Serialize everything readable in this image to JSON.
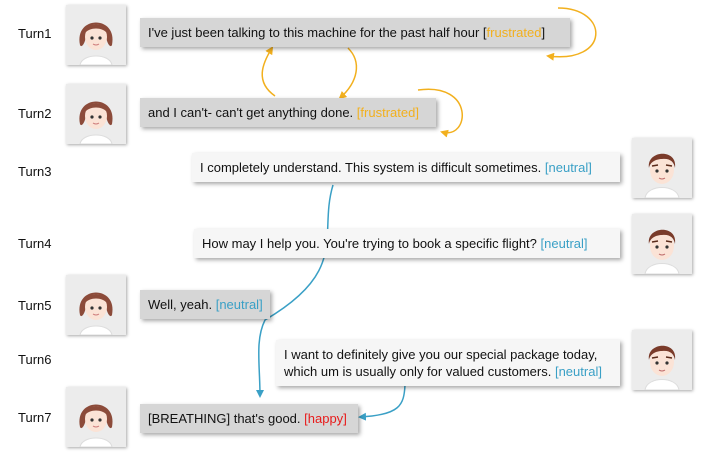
{
  "colors": {
    "frustrated": "#f2b01e",
    "neutral": "#3aa0c6",
    "happy": "#e81b1b",
    "user_bubble": "#d6d6d6",
    "agent_bubble": "#f6f6f6",
    "connector_user": "#f2b01e",
    "connector_agent": "#3aa0c6"
  },
  "turns": [
    {
      "label": "Turn1",
      "speaker": "user",
      "avatar_icon": "girl-avatar-icon",
      "text": "I've just been talking to this machine for the past half hour ",
      "open": "[",
      "tag": "frustrated",
      "close": "]"
    },
    {
      "label": "Turn2",
      "speaker": "user",
      "avatar_icon": "girl-avatar-icon",
      "text": "and I can't- can't get anything done. ",
      "open": "[",
      "tag": "frustrated",
      "close": "]"
    },
    {
      "label": "Turn3",
      "speaker": "agent",
      "avatar_icon": "boy-avatar-icon",
      "text": "I completely understand.  This system is difficult sometimes. ",
      "open": "[",
      "tag": "neutral",
      "close": "]"
    },
    {
      "label": "Turn4",
      "speaker": "agent",
      "avatar_icon": "boy-avatar-icon",
      "text": "How may I help you.  You're trying to book a specific flight? ",
      "open": "[",
      "tag": "neutral",
      "close": "]"
    },
    {
      "label": "Turn5",
      "speaker": "user",
      "avatar_icon": "girl-avatar-icon",
      "text": "Well, yeah. ",
      "open": "[",
      "tag": "neutral",
      "close": "]"
    },
    {
      "label": "Turn6",
      "speaker": "agent",
      "avatar_icon": "boy-avatar-icon",
      "line1": "I want to definitely give you our special package today,",
      "text": "which um is usually only for valued customers. ",
      "open": "[",
      "tag": "neutral",
      "close": "]"
    },
    {
      "label": "Turn7",
      "speaker": "user",
      "avatar_icon": "girl-avatar-icon",
      "text": "[BREATHING] that's good. ",
      "open": "[",
      "tag": "happy",
      "close": "]"
    }
  ]
}
